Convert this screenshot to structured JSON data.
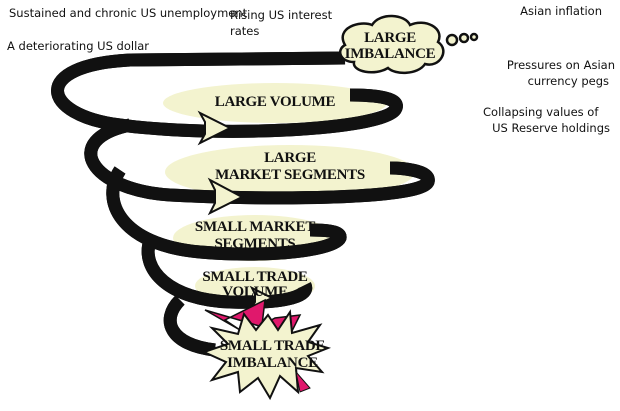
{
  "factors": {
    "unemployment": "Sustained and chronic US unemployment",
    "dollar": "A deteriorating  US dollar",
    "interest_1": "Rising US interest",
    "interest_2": "rates",
    "asian_inflation": "Asian inflation",
    "pegs_1": "Pressures on Asian",
    "pegs_2": "currency pegs",
    "reserve_1": "Collapsing values of",
    "reserve_2": "US Reserve holdings"
  },
  "levels": {
    "large_imbalance_1": "LARGE",
    "large_imbalance_2": "IMBALANCE",
    "large_volume": "LARGE VOLUME",
    "large_segments_1": "LARGE",
    "large_segments_2": "MARKET SEGMENTS",
    "small_segments_1": "SMALL MARKET",
    "small_segments_2": "SEGMENTS",
    "small_volume_1": "SMALL TRADE",
    "small_volume_2": "VOLUME",
    "small_imbalance_1": "SMALL TRADE",
    "small_imbalance_2": "IMBALANCE"
  },
  "colors": {
    "cream": "#f3f3cf",
    "accent": "#e0186c",
    "outline": "#111111"
  }
}
